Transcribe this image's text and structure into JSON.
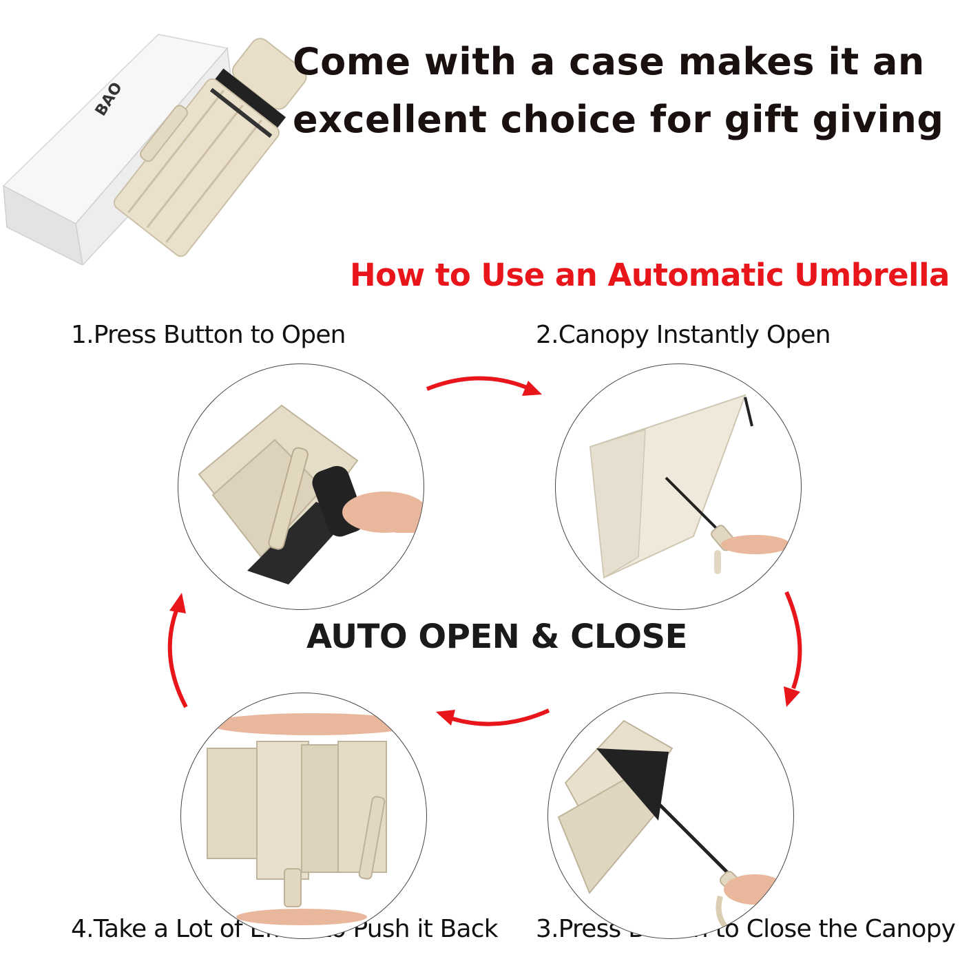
{
  "headline": "Come with a case makes it an\nexcellent choice for gift giving",
  "subtitle": "How to Use an Automatic Umbrella",
  "center_label": "AUTO OPEN & CLOSE",
  "case_brand_text": "BAO",
  "steps": [
    {
      "label": "1.Press Button to Open",
      "icon": "hand-pressing-button-folded-umbrella"
    },
    {
      "label": "2.Canopy Instantly Open",
      "icon": "open-umbrella"
    },
    {
      "label": "3.Press Button to Close the Canopy",
      "icon": "closing-umbrella"
    },
    {
      "label": "4.Take a Lot of Effort to Push it Back",
      "icon": "hands-pushing-umbrella"
    }
  ],
  "colors": {
    "accent": "#e8161b",
    "umbrella_fabric": "#e8e0cf",
    "skin": "#e9b79c",
    "text": "#111111"
  }
}
